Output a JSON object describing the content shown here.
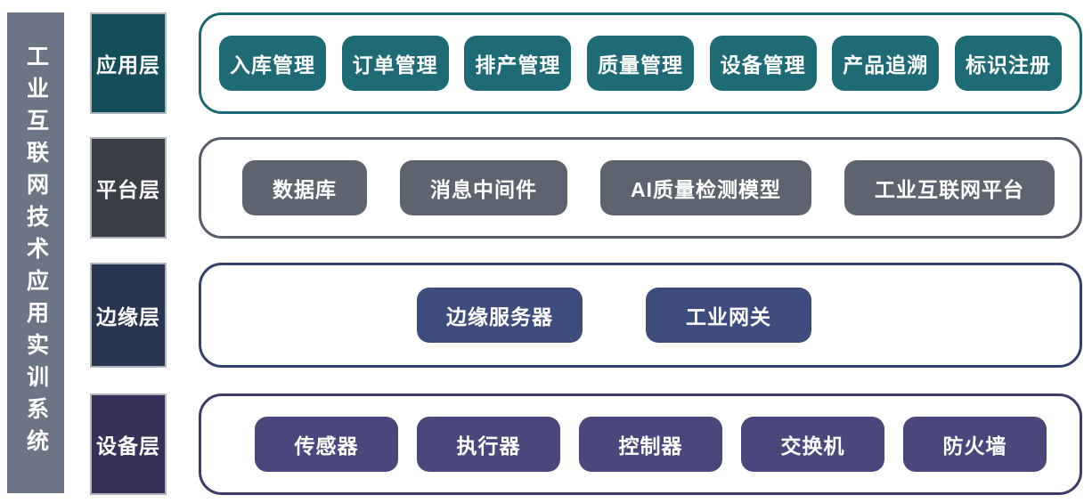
{
  "title": "工业互联网技术应用实训系统",
  "sidebar_color": "#6C7585",
  "label_border_color": "#B0B5BD",
  "layers": [
    {
      "name": "应用层",
      "items": [
        "入库管理",
        "订单管理",
        "排产管理",
        "质量管理",
        "设备管理",
        "产品追溯",
        "标识注册"
      ],
      "colors": {
        "label_bg": "#134E59",
        "button_bg": "#1E6B75",
        "border": "#1C6973"
      }
    },
    {
      "name": "平台层",
      "items": [
        "数据库",
        "消息中间件",
        "AI质量检测模型",
        "工业互联网平台"
      ],
      "colors": {
        "label_bg": "#3A3E46",
        "button_bg": "#5D6470",
        "border": "#565D68"
      }
    },
    {
      "name": "边缘层",
      "items": [
        "边缘服务器",
        "工业网关"
      ],
      "colors": {
        "label_bg": "#273551",
        "button_bg": "#3D4C7D",
        "border": "#33406B"
      }
    },
    {
      "name": "设备层",
      "items": [
        "传感器",
        "执行器",
        "控制器",
        "交换机",
        "防火墙"
      ],
      "colors": {
        "label_bg": "#353159",
        "button_bg": "#4A477D",
        "border": "#3E3B6B"
      }
    }
  ]
}
